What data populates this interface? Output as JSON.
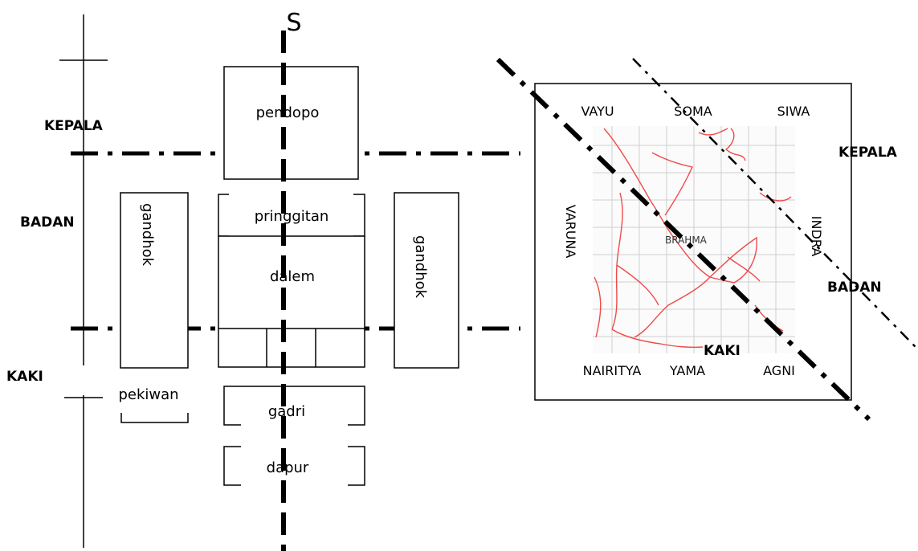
{
  "north_label": "S",
  "zones_left": {
    "head": "KEPALA",
    "body": "BADAN",
    "foot": "KAKI"
  },
  "buildings": {
    "pendopo": "pendopo",
    "pringgitan": "pringgitan",
    "dalem": "dalem",
    "gandhok_left": "gandhok",
    "gandhok_right": "gandhok",
    "pekiwan": "pekiwan",
    "gadri": "gadri",
    "dapur": "dapur"
  },
  "mandala": {
    "top": [
      "VAYU",
      "SOMA",
      "SIWA"
    ],
    "left": "VARUNA",
    "right": "INDRA",
    "center": "BRAHMA",
    "bottom": [
      "NAIRITYA",
      "YAMA",
      "AGNI"
    ],
    "foot_label": "KAKI"
  },
  "zones_right": {
    "head": "KEPALA",
    "body": "BADAN"
  }
}
